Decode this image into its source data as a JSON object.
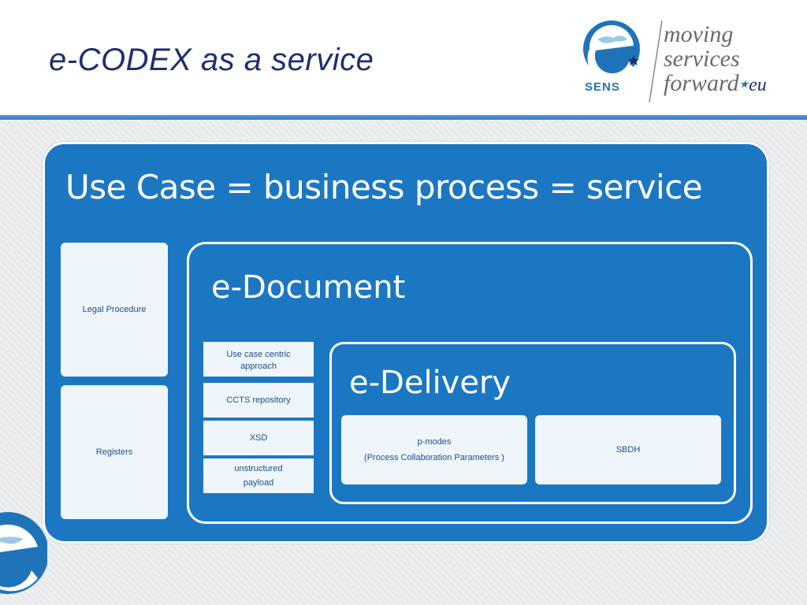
{
  "slide": {
    "title": "e-CODEX as a service"
  },
  "logo": {
    "brand": "SENS",
    "tagline_line1": "moving",
    "tagline_line2": "services",
    "tagline_line3": "forward",
    "tagline_suffix": "eu"
  },
  "diagram": {
    "use_case_title": "Use Case = business process = service",
    "side_boxes": [
      "Legal Procedure",
      "Registers"
    ],
    "document": {
      "title": "e-Document",
      "items": [
        [
          "Use case centric",
          "approach"
        ],
        [
          "CCTS repository"
        ],
        [
          "XSD"
        ],
        [
          "unstructured",
          "payload"
        ]
      ]
    },
    "delivery": {
      "title": "e-Delivery",
      "items": [
        [
          "p-modes",
          "(Process Collaboration Parameters )"
        ],
        [
          "SBDH"
        ]
      ]
    }
  },
  "colors": {
    "panel_blue": "#1c77c3",
    "title_navy": "#1f2e6f",
    "box_fill": "#eef5fb"
  }
}
